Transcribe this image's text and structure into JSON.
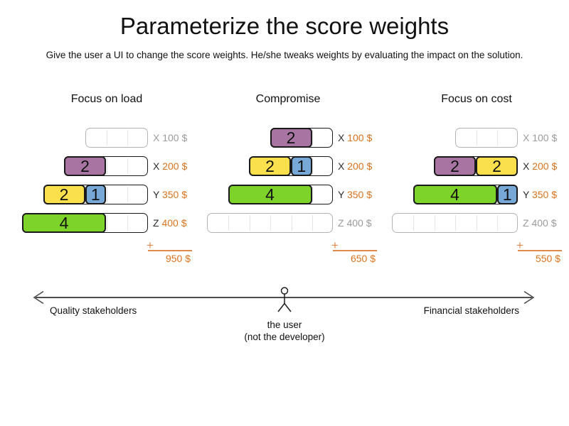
{
  "title": "Parameterize the score weights",
  "subtitle": "Give the user a UI to change the score weights. He/she tweaks weights by evaluating the impact on the solution.",
  "sum_plus": "+",
  "colors": {
    "purple": "#a874a2",
    "yellow": "#fae04d",
    "blue": "#78a8d8",
    "green": "#7ed32b",
    "used_border": "#1a1a1a",
    "empty_border": "#b3b3b3",
    "divider": "#e4e4e4",
    "letter": "#2d2d2d",
    "price": "#d9731f",
    "muted": "#9b9b9b",
    "sum_accent": "#e08a4e",
    "arrow": "#4d4d4d"
  },
  "scenarios": [
    {
      "name": "Focus on load",
      "total": "950 $",
      "rows": [
        {
          "machine": "X",
          "cost": "100 $",
          "capacity": 3,
          "used": false,
          "blocks": []
        },
        {
          "machine": "X",
          "cost": "200 $",
          "capacity": 4,
          "used": true,
          "blocks": [
            {
              "value": "2",
              "size": 2,
              "color": "purple"
            }
          ]
        },
        {
          "machine": "Y",
          "cost": "350 $",
          "capacity": 5,
          "used": true,
          "blocks": [
            {
              "value": "2",
              "size": 2,
              "color": "yellow"
            },
            {
              "value": "1",
              "size": 1,
              "color": "blue"
            }
          ]
        },
        {
          "machine": "Z",
          "cost": "400 $",
          "capacity": 6,
          "used": true,
          "blocks": [
            {
              "value": "4",
              "size": 4,
              "color": "green"
            }
          ]
        }
      ]
    },
    {
      "name": "Compromise",
      "total": "650 $",
      "rows": [
        {
          "machine": "X",
          "cost": "100 $",
          "capacity": 3,
          "used": true,
          "blocks": [
            {
              "value": "2",
              "size": 2,
              "color": "purple"
            }
          ]
        },
        {
          "machine": "X",
          "cost": "200 $",
          "capacity": 4,
          "used": true,
          "blocks": [
            {
              "value": "2",
              "size": 2,
              "color": "yellow"
            },
            {
              "value": "1",
              "size": 1,
              "color": "blue"
            }
          ]
        },
        {
          "machine": "Y",
          "cost": "350 $",
          "capacity": 5,
          "used": true,
          "blocks": [
            {
              "value": "4",
              "size": 4,
              "color": "green"
            }
          ]
        },
        {
          "machine": "Z",
          "cost": "400 $",
          "capacity": 6,
          "used": false,
          "blocks": []
        }
      ]
    },
    {
      "name": "Focus on cost",
      "total": "550 $",
      "rows": [
        {
          "machine": "X",
          "cost": "100 $",
          "capacity": 3,
          "used": false,
          "blocks": []
        },
        {
          "machine": "X",
          "cost": "200 $",
          "capacity": 4,
          "used": true,
          "blocks": [
            {
              "value": "2",
              "size": 2,
              "color": "purple"
            },
            {
              "value": "2",
              "size": 2,
              "color": "yellow"
            }
          ]
        },
        {
          "machine": "Y",
          "cost": "350 $",
          "capacity": 5,
          "used": true,
          "blocks": [
            {
              "value": "4",
              "size": 4,
              "color": "green"
            },
            {
              "value": "1",
              "size": 1,
              "color": "blue"
            }
          ]
        },
        {
          "machine": "Z",
          "cost": "400 $",
          "capacity": 6,
          "used": false,
          "blocks": []
        }
      ]
    }
  ],
  "axis": {
    "left_label": "Quality stakeholders",
    "right_label": "Financial stakeholders",
    "center_label_line1": "the user",
    "center_label_line2": "(not the developer)"
  }
}
